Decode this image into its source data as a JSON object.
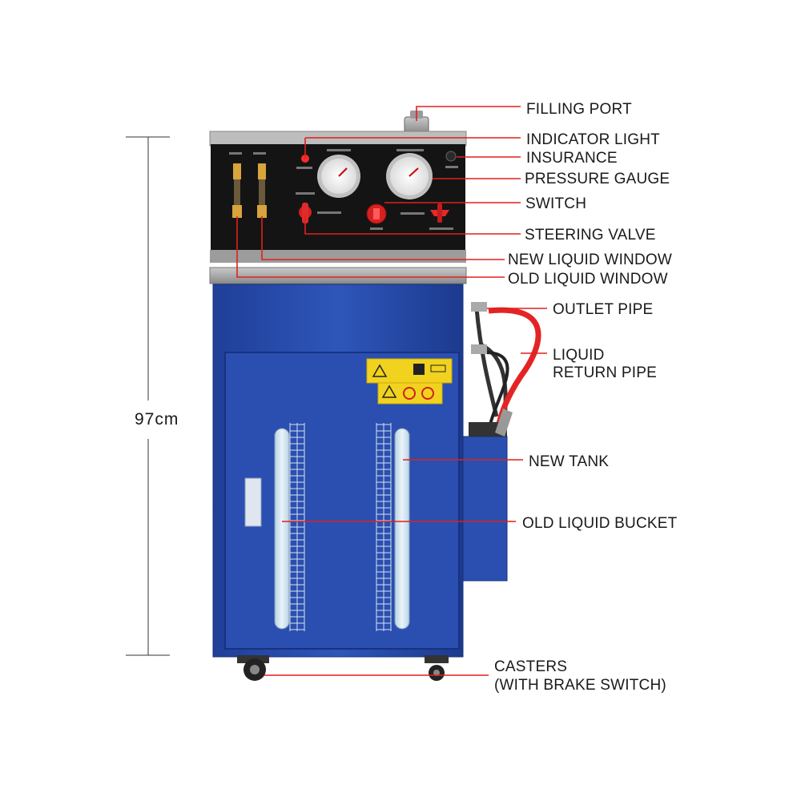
{
  "dimension": {
    "height_label": "97cm"
  },
  "callouts": {
    "filling_port": "FILLING PORT",
    "indicator_light": "INDICATOR LIGHT",
    "insurance": "INSURANCE",
    "pressure_gauge": "PRESSURE GAUGE",
    "switch": "SWITCH",
    "steering_valve": "STEERING VALVE",
    "new_liquid_window": "NEW LIQUID WINDOW",
    "old_liquid_window": "OLD LIQUID WINDOW",
    "outlet_pipe": "OUTLET PIPE",
    "liquid_return_pipe_line1": "LIQUID",
    "liquid_return_pipe_line2": "RETURN PIPE",
    "new_tank": "NEW TANK",
    "old_liquid_bucket": "OLD LIQUID BUCKET",
    "casters_line1": "CASTERS",
    "casters_line2": "(WITH BRAKE SWITCH)"
  },
  "colors": {
    "cabinet_blue": "#2a4fb0",
    "panel_black": "#141414",
    "leader_red": "#e0201b",
    "window_light": "#d8e8f2",
    "warning_yellow": "#f1d21e"
  }
}
